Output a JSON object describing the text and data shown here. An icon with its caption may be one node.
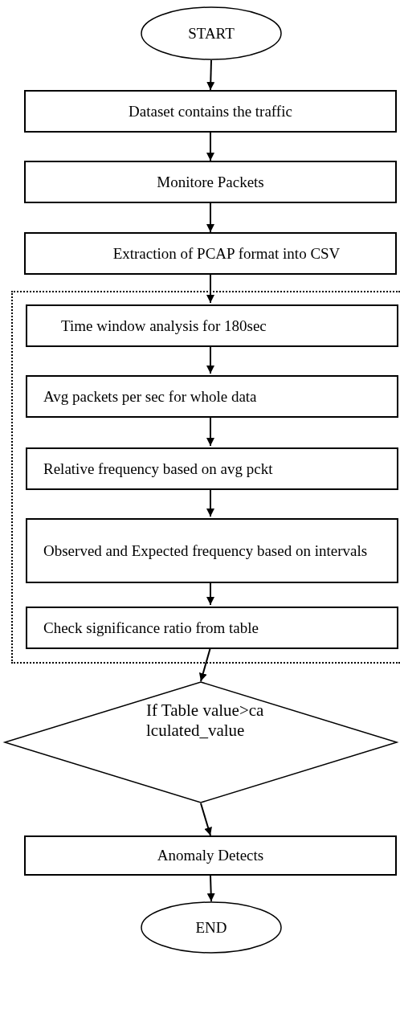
{
  "diagram": {
    "nodes": [
      {
        "text": [
          "START"
        ]
      },
      {
        "text": [
          "Dataset contains the traffic"
        ]
      },
      {
        "text": [
          "Monitore Packets"
        ]
      },
      {
        "text": [
          "Extraction of PCAP format into CSV"
        ]
      },
      {
        "text": [],
        "shape": "box"
      },
      {
        "text": [
          "Time window analysis for 180sec"
        ],
        "in": 4
      },
      {
        "text": [
          "Avg packets per sec for whole data"
        ],
        "in": 4
      },
      {
        "text": [
          "Relative frequency based on avg pckt"
        ],
        "in": 4
      },
      {
        "text": [
          "Observed and Expected frequency based on intervals"
        ],
        "in": 4
      },
      {
        "text": [
          "Check significance ratio from table"
        ],
        "in": 4
      },
      {
        "text": [
          "If Table value>calculated_value"
        ]
      },
      {
        "text": [
          "Anomaly Detects"
        ]
      },
      {
        "text": [
          "END"
        ]
      }
    ],
    "edges": [
      {
        "from": 0,
        "to": 1,
        "arrow": "to"
      },
      {
        "from": 1,
        "to": 2,
        "arrow": "to"
      },
      {
        "from": 2,
        "to": 3,
        "arrow": "to"
      },
      {
        "from": 3,
        "to": 5,
        "arrow": "to"
      },
      {
        "from": 5,
        "to": 6,
        "arrow": "to"
      },
      {
        "from": 6,
        "to": 7,
        "arrow": "to"
      },
      {
        "from": 7,
        "to": 8,
        "arrow": "to"
      },
      {
        "from": 8,
        "to": 9,
        "arrow": "to"
      },
      {
        "from": 9,
        "to": 10,
        "arrow": "to"
      },
      {
        "from": 10,
        "to": 11,
        "arrow": "to"
      },
      {
        "from": 11,
        "to": 12,
        "arrow": "to"
      }
    ]
  }
}
